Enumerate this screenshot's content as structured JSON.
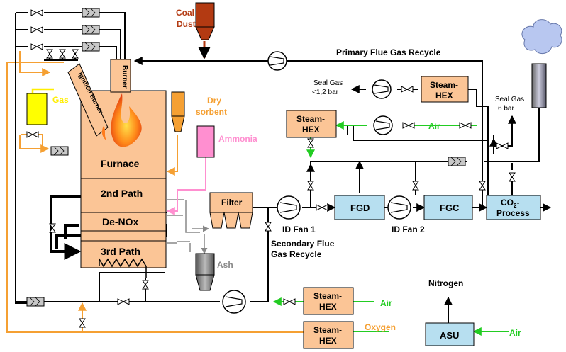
{
  "labels": {
    "coal_dust_1": "Coal",
    "coal_dust_2": "Dust",
    "primary_recycle": "Primary Flue Gas Recycle",
    "burner": "Burner",
    "ignition_burner": "Ignition Burner",
    "gas": "Gas",
    "furnace": "Furnace",
    "second_path": "2nd Path",
    "denox": "De-NOx",
    "third_path": "3rd Path",
    "dry_sorbent_1": "Dry",
    "dry_sorbent_2": "sorbent",
    "ammonia": "Ammonia",
    "filter": "Filter",
    "ash": "Ash",
    "id_fan_1": "ID Fan 1",
    "id_fan_2": "ID Fan 2",
    "fgd": "FGD",
    "fgc": "FGC",
    "co2_process_1": "CO",
    "co2_process_sub": "2",
    "co2_process_dash": "-",
    "co2_process_2": "Process",
    "secondary_recycle_1": "Secondary Flue",
    "secondary_recycle_2": "Gas Recycle",
    "seal_gas_low_1": "Seal Gas",
    "seal_gas_low_2": "<1,2 bar",
    "seal_gas_high_1": "Seal Gas",
    "seal_gas_high_2": "6 bar",
    "steam_hex": "Steam-",
    "steam_hex_2": "HEX",
    "air": "Air",
    "nitrogen": "Nitrogen",
    "oxygen": "Oxygen",
    "asu": "ASU"
  },
  "colors": {
    "equipment_fill": "#fbc596",
    "process_fill": "#b7dff0",
    "coal": "#b33a12",
    "oxygen_line": "#f5a033",
    "air_line": "#22cc22",
    "ammonia": "#ff8fd0",
    "gas": "#ffff00",
    "ash": "#888888",
    "sorbent": "#f5a033"
  }
}
